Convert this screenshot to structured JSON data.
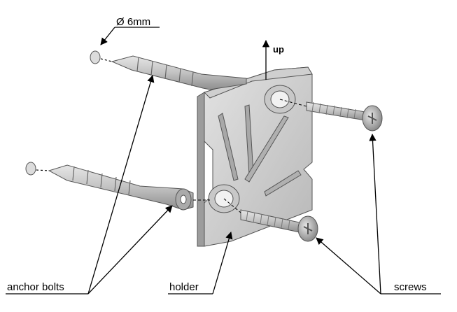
{
  "labels": {
    "diameter": "Ø 6mm",
    "up": "up",
    "anchor_bolts": "anchor bolts",
    "holder": "holder",
    "screws": "screws"
  },
  "colors": {
    "metal_light": "#d4d4d4",
    "metal_mid": "#b5b5b5",
    "metal_dark": "#8a8a8a",
    "ink": "#000000"
  }
}
